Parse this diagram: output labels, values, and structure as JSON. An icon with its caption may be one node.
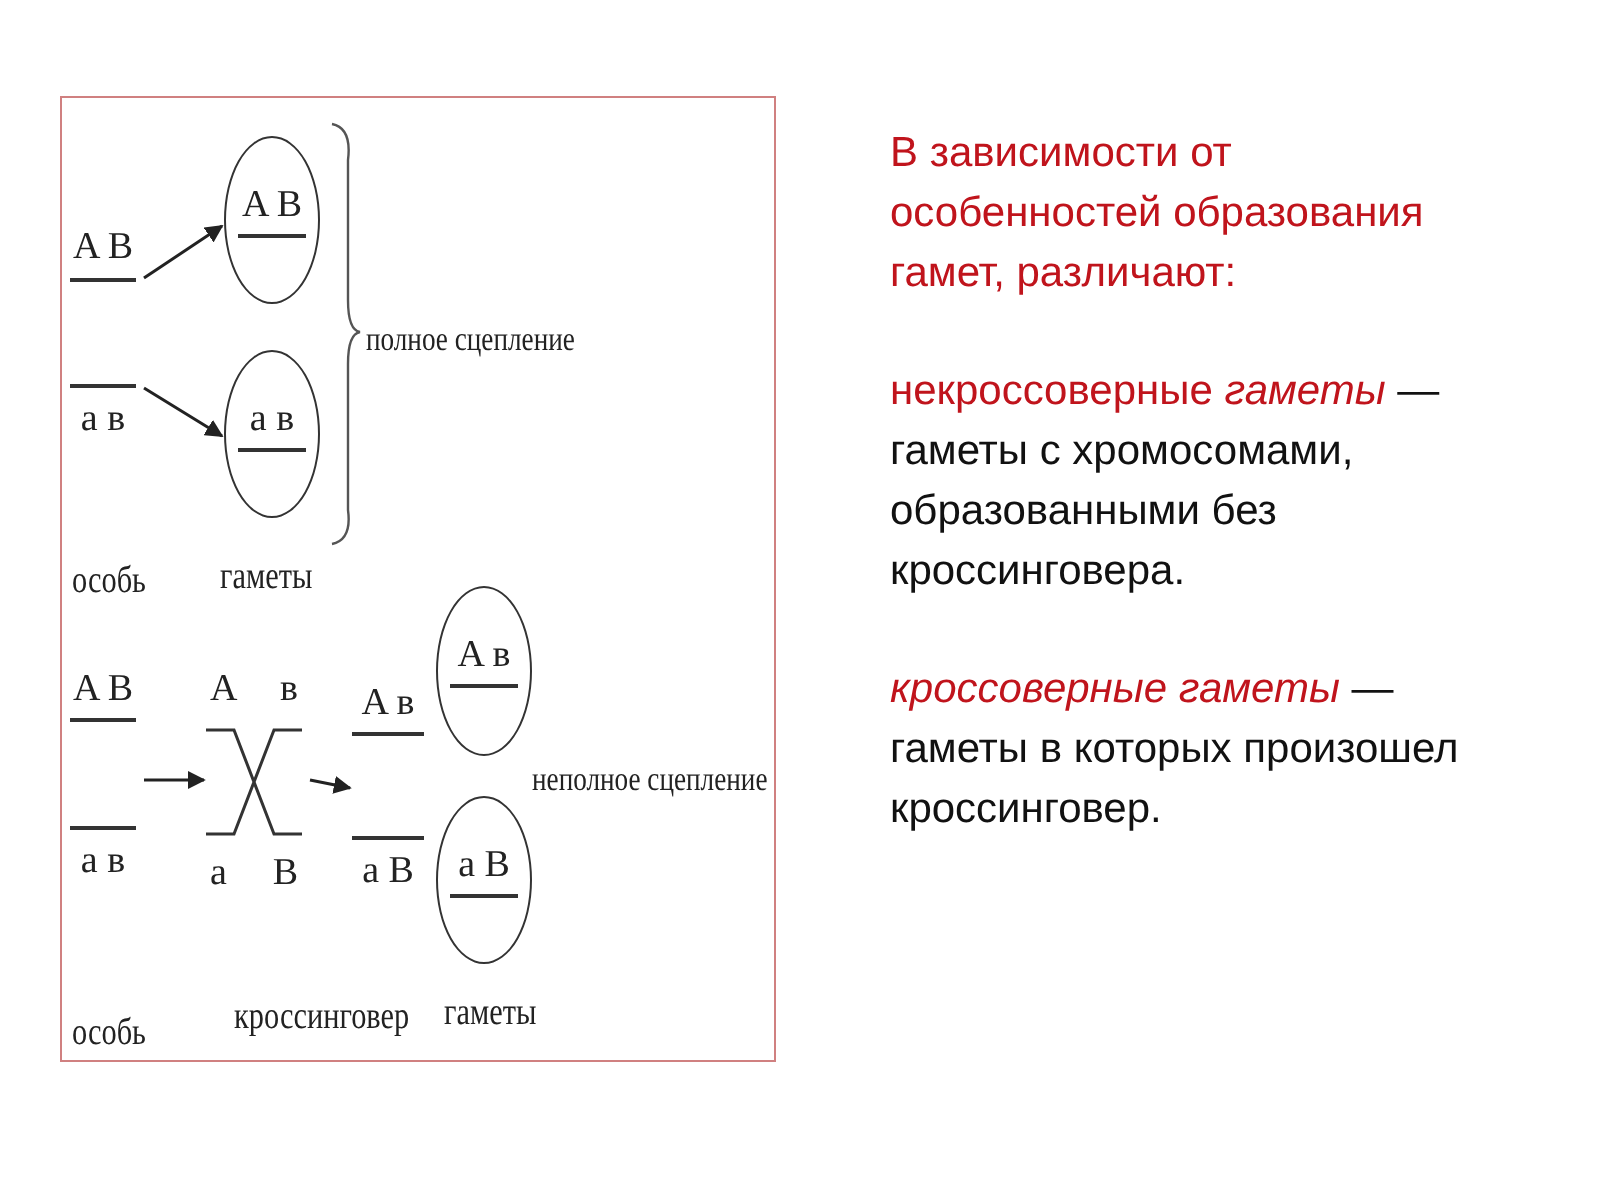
{
  "diagram": {
    "nodes": [
      {
        "text": [
          "A B"
        ]
      },
      {
        "text": [
          "a в"
        ]
      },
      {
        "text": [
          "A B"
        ]
      },
      {
        "text": [
          "a в"
        ]
      },
      {
        "text": [
          "A B",
          "a в"
        ]
      },
      {
        "text": [
          "A",
          "в",
          "a",
          "B"
        ]
      },
      {
        "text": [
          "A в",
          "a B"
        ]
      },
      {
        "text": [
          "A в"
        ]
      },
      {
        "text": [
          "a B"
        ]
      }
    ],
    "edges": [
      {
        "from": 0,
        "to": 2,
        "arrow": "to"
      },
      {
        "from": 1,
        "to": 3,
        "arrow": "to"
      },
      {
        "from": 4,
        "to": 5,
        "arrow": "to"
      },
      {
        "from": 5,
        "to": 6,
        "arrow": "to"
      }
    ],
    "labels": [
      "полное сцепление",
      "особь",
      "гаметы",
      "неполное сцепление",
      "особь",
      "кроссинговер",
      "гаметы",
      "В зависимости от особенностей образования гамет, различают:",
      "некроссоверные *гаметы*",
      "— гаметы с хромосомами, образованными без кроссинговера.",
      "кроссоверные гаметы",
      "— гаметы в которых произошел кроссинговер."
    ]
  }
}
